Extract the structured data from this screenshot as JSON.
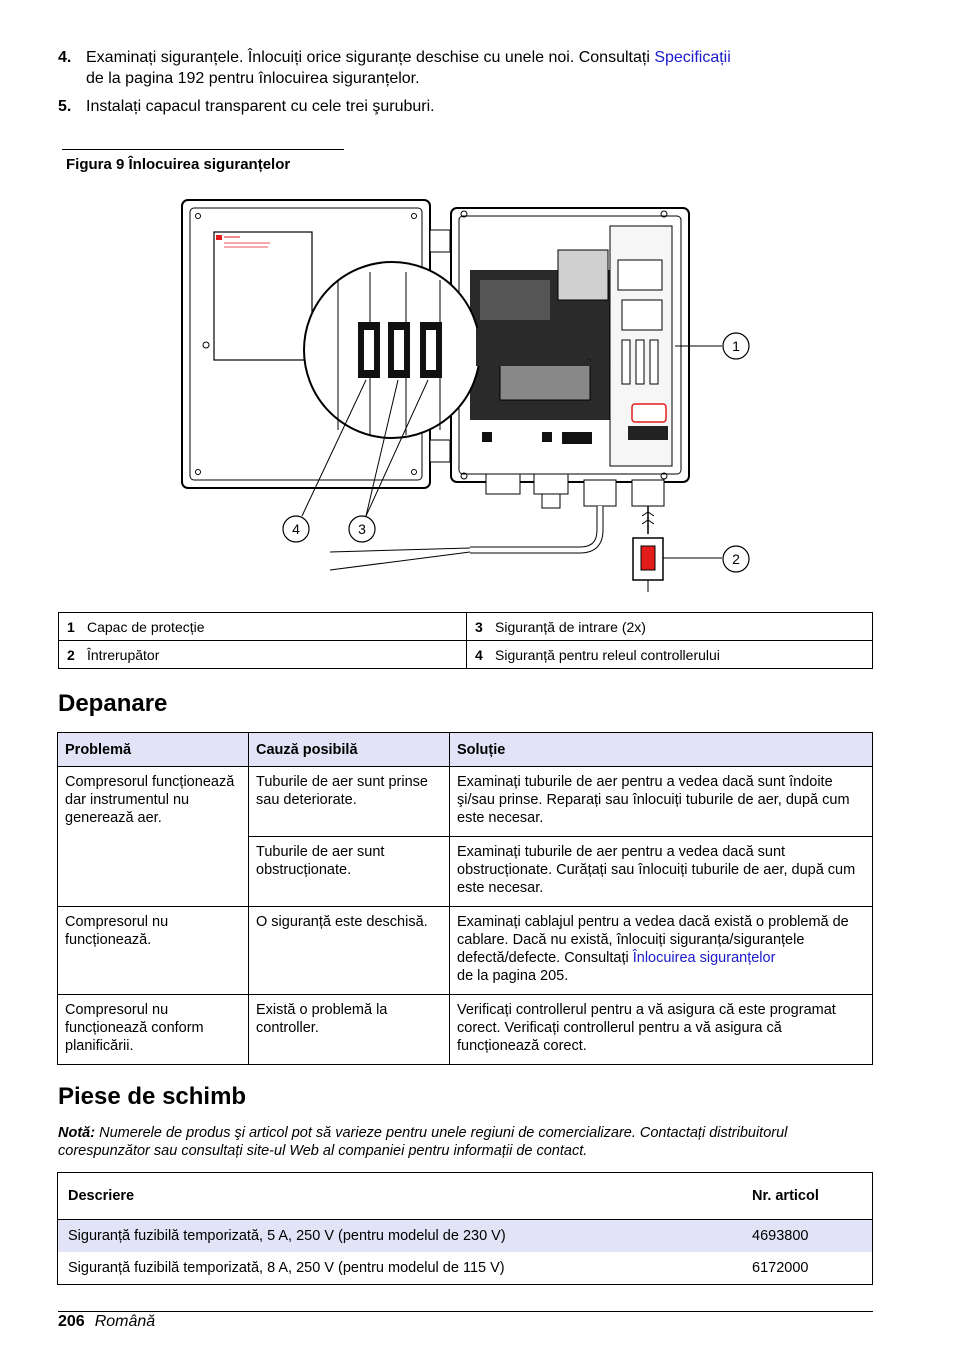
{
  "steps": [
    {
      "num": "4.",
      "line1": "Examinați siguranțele. Înlocuiți orice siguranțe deschise cu unele noi. Consultați ",
      "link": "Specificații",
      "line2": "de la pagina 192 pentru înlocuirea siguranțelor."
    },
    {
      "num": "5.",
      "line1": "Instalați capacul transparent cu cele trei şuruburi."
    }
  ],
  "figure": {
    "caption": "Figura 9  Înlocuirea siguranțelor",
    "callouts": [
      "1",
      "2",
      "3",
      "4"
    ]
  },
  "legend": [
    {
      "num": "1",
      "text": "Capac de protecție",
      "num2": "3",
      "text2": "Siguranță de intrare (2x)"
    },
    {
      "num": "2",
      "text": "Întrerupător",
      "num2": "4",
      "text2": "Siguranță pentru releul controllerului"
    }
  ],
  "troubleshooting": {
    "heading": "Depanare",
    "headers": [
      "Problemă",
      "Cauză posibilă",
      "Soluție"
    ],
    "problems": [
      "Compresorul funcționează dar instrumentul nu generează aer.",
      "Compresorul nu funcționează.",
      "Compresorul nu funcționează conform planificării."
    ],
    "causes": [
      "Tuburile de aer sunt prinse sau deteriorate.",
      "Tuburile de aer sunt obstrucționate.",
      "O siguranță este deschisă.",
      "Există o problemă la controller."
    ],
    "solutions": [
      "Examinați tuburile de aer pentru a vedea dacă sunt îndoite şi/sau prinse. Reparați sau înlocuiți tuburile de aer, după cum este necesar.",
      "Examinați tuburile de aer pentru a vedea dacă sunt obstrucționate. Curățați sau înlocuiți tuburile de aer, după cum este necesar.",
      "Examinați cablajul pentru a vedea dacă există o problemă de cablare. Dacă nu există, înlocuiți siguranța/siguranțele defectă/defecte. Consultați ",
      "Verificați controllerul pentru a vă asigura că este programat corect. Verificați controllerul pentru a vă asigura că funcționează corect."
    ],
    "solution_link": "Înlocuirea siguranțelor",
    "solution_after": "de la pagina 205."
  },
  "parts": {
    "heading": "Piese de schimb",
    "note_label": "Notă:",
    "note_text": " Numerele de produs şi articol pot să varieze pentru unele regiuni de comercializare. Contactați distribuitorul corespunzător sau consultați site-ul Web al companiei pentru informații de contact.",
    "headers": [
      "Descriere",
      "Nr. articol"
    ],
    "rows": [
      {
        "desc": "Siguranță fuzibilă temporizată, 5 A, 250 V (pentru modelul de 230 V)",
        "item": "4693800"
      },
      {
        "desc": "Siguranță fuzibilă temporizată, 8 A, 250 V (pentru modelul de 115 V)",
        "item": "6172000"
      }
    ]
  },
  "footer": {
    "page": "206",
    "language": "Română"
  },
  "colors": {
    "link": "#1a1acc",
    "table_header_bg": "#e3e3f7",
    "switch_red": "#e21b1b"
  }
}
